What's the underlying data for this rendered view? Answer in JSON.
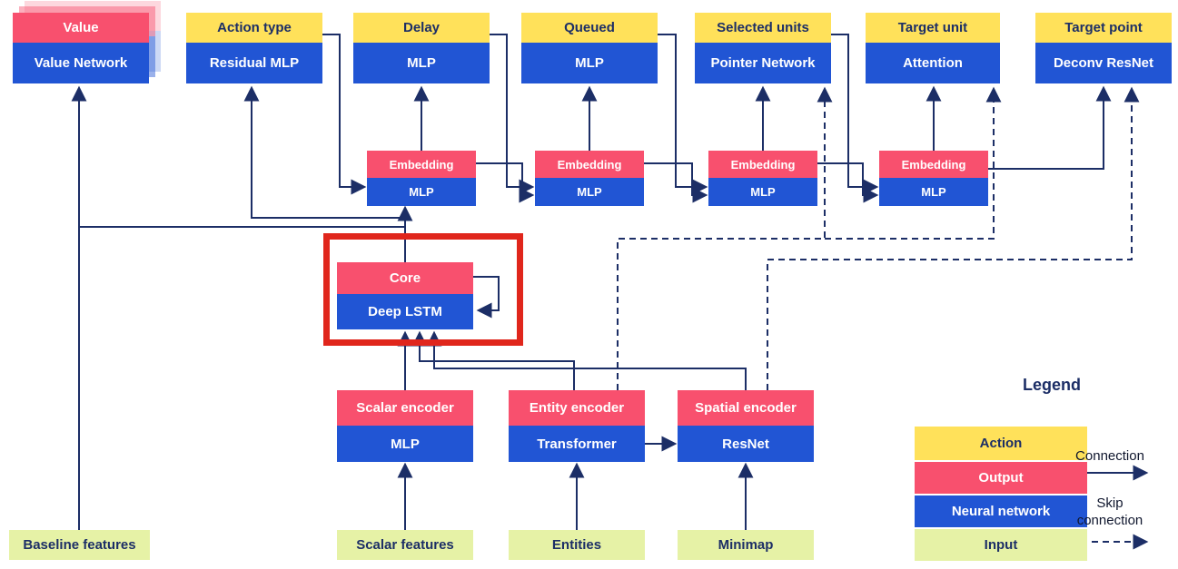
{
  "heads": [
    {
      "top": "Value",
      "bottom": "Value Network"
    },
    {
      "top": "Action type",
      "bottom": "Residual MLP"
    },
    {
      "top": "Delay",
      "bottom": "MLP"
    },
    {
      "top": "Queued",
      "bottom": "MLP"
    },
    {
      "top": "Selected units",
      "bottom": "Pointer Network"
    },
    {
      "top": "Target unit",
      "bottom": "Attention"
    },
    {
      "top": "Target point",
      "bottom": "Deconv ResNet"
    }
  ],
  "embeddings": [
    {
      "top": "Embedding",
      "bottom": "MLP"
    },
    {
      "top": "Embedding",
      "bottom": "MLP"
    },
    {
      "top": "Embedding",
      "bottom": "MLP"
    },
    {
      "top": "Embedding",
      "bottom": "MLP"
    }
  ],
  "core": {
    "top": "Core",
    "bottom": "Deep LSTM"
  },
  "encoders": [
    {
      "top": "Scalar encoder",
      "bottom": "MLP"
    },
    {
      "top": "Entity encoder",
      "bottom": "Transformer"
    },
    {
      "top": "Spatial encoder",
      "bottom": "ResNet"
    }
  ],
  "inputs": [
    {
      "label": "Baseline features"
    },
    {
      "label": "Scalar features"
    },
    {
      "label": "Entities"
    },
    {
      "label": "Minimap"
    }
  ],
  "legend": {
    "title": "Legend",
    "items": [
      {
        "label": "Action"
      },
      {
        "label": "Output"
      },
      {
        "label": "Neural network"
      },
      {
        "label": "Input"
      }
    ],
    "connection": "Connection",
    "skip": "Skip connection"
  },
  "colors": {
    "action": "#ffe15a",
    "output": "#f8506e",
    "network": "#2155d4",
    "input": "#e6f2a6",
    "line": "#1c2e66",
    "highlight": "#e0261c"
  }
}
